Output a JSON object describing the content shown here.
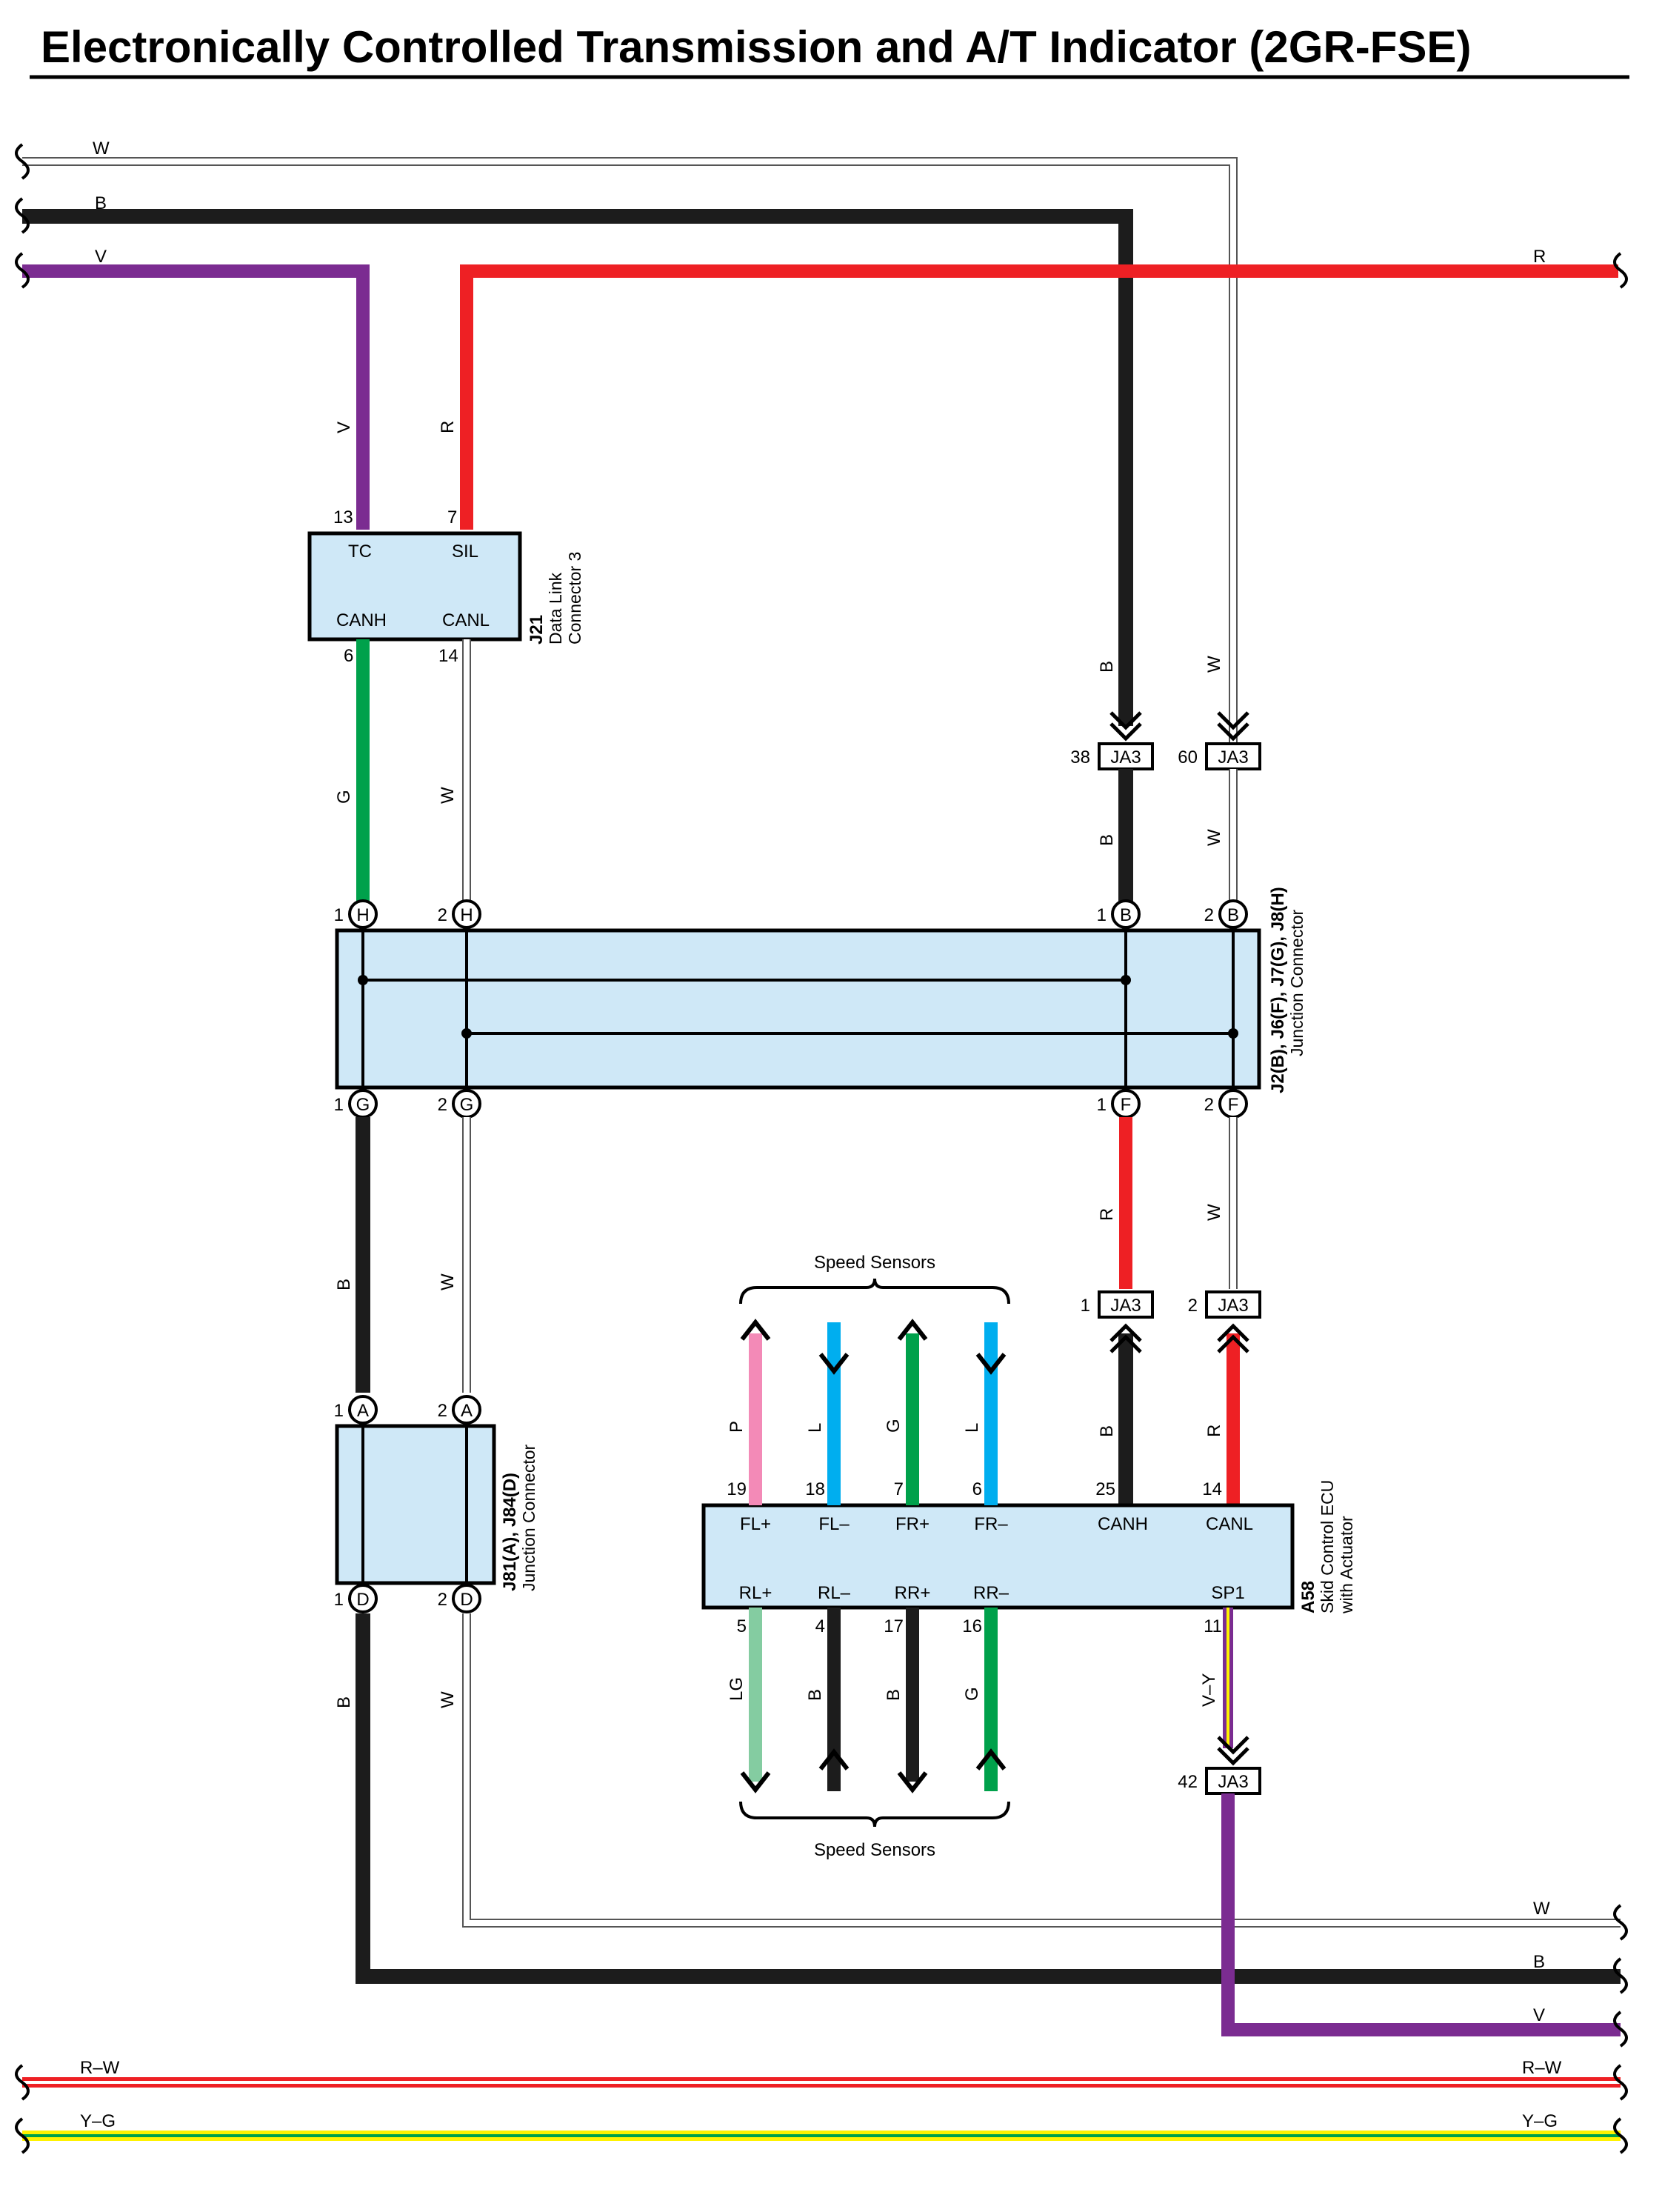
{
  "title": "Electronically Controlled Transmission and A/T Indicator (2GR-FSE)",
  "colors": {
    "V": "#7b2c91",
    "B": "#1c1c1c",
    "R": "#ee2024",
    "G": "#00a14b",
    "W": "#ffffff",
    "P": "#f38ab7",
    "L": "#00aeef",
    "LG": "#84cca1",
    "Y": "#fff200",
    "box_fill": "#cfe8f7"
  },
  "wire_labels": {
    "top_w": "W",
    "top_b": "B",
    "top_v": "V",
    "top_r": "R",
    "v_down": "V",
    "r_down": "R",
    "g": "G",
    "w1": "W",
    "b_ja3": "B",
    "w_ja3": "W",
    "b_below_ja3": "B",
    "w_below_ja3": "W",
    "r_f": "R",
    "w_f": "W",
    "b_jbox": "B",
    "w_jbox": "W",
    "b_low": "B",
    "w_low": "W",
    "canh_b": "B",
    "canl_r": "R",
    "sp1": "V–Y",
    "p": "P",
    "fl_l": "L",
    "fr_g": "G",
    "frm_l": "L",
    "lg": "LG",
    "rl_b": "B",
    "rr_b": "B",
    "rrm_g": "G",
    "bot_w": "W",
    "bot_b": "B",
    "bot_v": "V",
    "rw_left": "R–W",
    "rw_right": "R–W",
    "yg_left": "Y–G",
    "yg_right": "Y–G"
  },
  "dlc": {
    "terminals": {
      "tc": "TC",
      "sil": "SIL",
      "canh": "CANH",
      "canl": "CANL"
    },
    "pins": {
      "tc": "13",
      "sil": "7",
      "canh": "6",
      "canl": "14"
    },
    "name": "J21",
    "desc1": "Data Link",
    "desc2": "Connector 3"
  },
  "junction_main": {
    "name": "J2(B), J6(F), J7(G), J8(H)",
    "desc": "Junction Connector",
    "pins_top": [
      {
        "num": "1",
        "letter": "H"
      },
      {
        "num": "2",
        "letter": "H"
      },
      {
        "num": "1",
        "letter": "B"
      },
      {
        "num": "2",
        "letter": "B"
      }
    ],
    "pins_bottom": [
      {
        "num": "1",
        "letter": "G"
      },
      {
        "num": "2",
        "letter": "G"
      },
      {
        "num": "1",
        "letter": "F"
      },
      {
        "num": "2",
        "letter": "F"
      }
    ]
  },
  "junction_small": {
    "name": "J81(A), J84(D)",
    "desc": "Junction Connector",
    "pins_top": [
      {
        "num": "1",
        "letter": "A"
      },
      {
        "num": "2",
        "letter": "A"
      }
    ],
    "pins_bottom": [
      {
        "num": "1",
        "letter": "D"
      },
      {
        "num": "2",
        "letter": "D"
      }
    ]
  },
  "ja3": {
    "label": "JA3",
    "pins": {
      "b_top": "38",
      "w_top": "60",
      "canh": "1",
      "canl": "2",
      "sp1": "42"
    }
  },
  "ecu": {
    "name": "A58",
    "desc1": "Skid Control ECU",
    "desc2": "with Actuator",
    "top_terminals": [
      "FL+",
      "FL–",
      "FR+",
      "FR–",
      "CANH",
      "CANL"
    ],
    "top_pins": [
      "19",
      "18",
      "7",
      "6",
      "25",
      "14"
    ],
    "bottom_terminals": [
      "RL+",
      "RL–",
      "RR+",
      "RR–",
      "SP1"
    ],
    "bottom_pins": [
      "5",
      "4",
      "17",
      "16",
      "11"
    ]
  },
  "speed_sensors": {
    "top": "Speed Sensors",
    "bottom": "Speed Sensors"
  }
}
